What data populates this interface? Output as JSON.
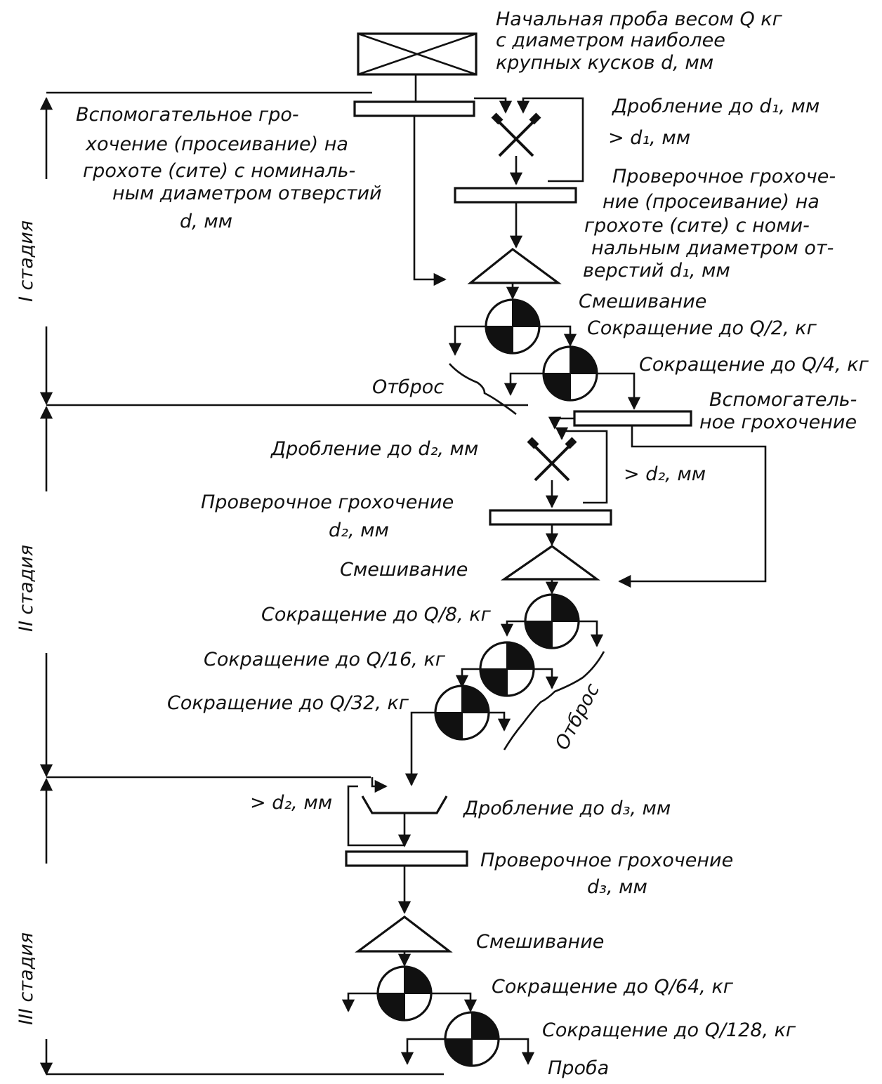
{
  "labels": {
    "initial_sample": [
      "Начальная проба весом Q кг",
      "с диаметром наиболее",
      "крупных кусков d, мм"
    ],
    "aux_screening_1": [
      "Вспомогательное гро-",
      "хочение (просеивание) на",
      "грохоте (сите) с номиналь-",
      "ным диаметром отверстий",
      "d, мм"
    ],
    "crushing_d1": "Дробление до d₁, мм",
    "oversize_d1": "> d₁, мм",
    "check_screening_1": [
      "Проверочное грохоче-",
      "ние (просеивание) на",
      "грохоте (сите) с номи-",
      "нальным диаметром от-",
      "верстий d₁, мм"
    ],
    "mixing_1": "Смешивание",
    "reduction_q2": "Сокращение до Q/2, кг",
    "reduction_q4": "Сокращение до Q/4, кг",
    "reject_1": "Отброс",
    "aux_screening_2": [
      "Вспомогатель-",
      "ное грохочение"
    ],
    "crushing_d2": "Дробление до d₂, мм",
    "oversize_d2": "> d₂, мм",
    "check_screening_2": [
      "Проверочное грохочение",
      "d₂, мм"
    ],
    "mixing_2": "Смешивание",
    "reduction_q8": "Сокращение до Q/8, кг",
    "reduction_q16": "Сокращение до Q/16, кг",
    "reduction_q32": "Сокращение до Q/32, кг",
    "reject_2": "Отброс",
    "oversize_d2_b": "> d₂, мм",
    "crushing_d3": "Дробление до d₃, мм",
    "check_screening_3": [
      "Проверочное грохочение",
      "d₃, мм"
    ],
    "mixing_3": "Смешивание",
    "reduction_q64": "Сокращение до Q/64, кг",
    "reduction_q128": "Сокращение до Q/128, кг",
    "sample": "Проба"
  },
  "stages": {
    "stage_1": "I стадия",
    "stage_2": "II стадия",
    "stage_3": "III стадия"
  }
}
